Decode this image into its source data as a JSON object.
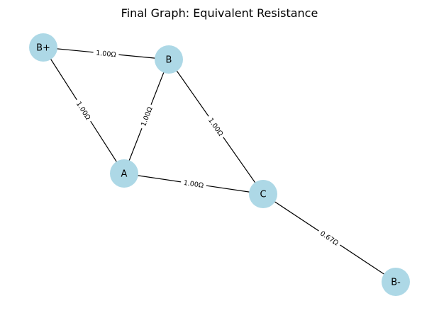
{
  "title": "Final Graph: Equivalent Resistance",
  "colors": {
    "node_fill": "#add8e6",
    "edge": "#000000",
    "background": "#ffffff"
  },
  "nodes": [
    {
      "id": "B+",
      "label": "B+"
    },
    {
      "id": "B",
      "label": "B"
    },
    {
      "id": "A",
      "label": "A"
    },
    {
      "id": "C",
      "label": "C"
    },
    {
      "id": "B-",
      "label": "B-"
    }
  ],
  "edges": [
    {
      "source": "B+",
      "target": "B",
      "label": "1.00Ω"
    },
    {
      "source": "B+",
      "target": "A",
      "label": "1.00Ω"
    },
    {
      "source": "B",
      "target": "A",
      "label": "1.00Ω"
    },
    {
      "source": "B",
      "target": "C",
      "label": "1.00Ω"
    },
    {
      "source": "A",
      "target": "C",
      "label": "1.00Ω"
    },
    {
      "source": "C",
      "target": "B-",
      "label": "0.67Ω"
    }
  ]
}
